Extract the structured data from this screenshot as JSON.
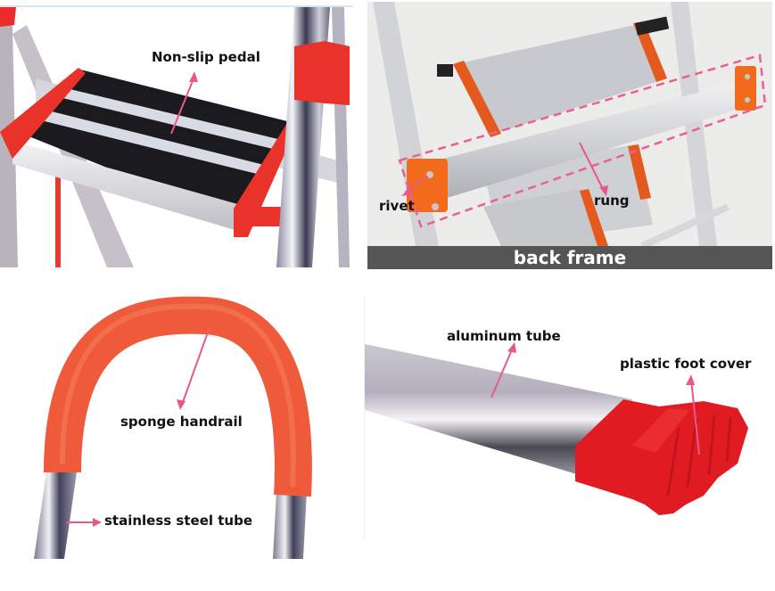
{
  "panels": [
    {
      "id": "non-slip-pedal",
      "labels": {
        "pedal": "Non-slip pedal"
      }
    },
    {
      "id": "back-frame",
      "labels": {
        "rivet": "rivet",
        "rung": "rung"
      },
      "caption": "back frame"
    },
    {
      "id": "handrail",
      "labels": {
        "handrail": "sponge handrail",
        "tube": "stainless steel tube"
      }
    },
    {
      "id": "foot",
      "labels": {
        "tube": "aluminum tube",
        "foot_cover": "plastic foot cover"
      }
    }
  ],
  "colors": {
    "accent_red": "#e8322a",
    "handrail_orange": "#ee5a3a",
    "connector_orange": "#f26a1b",
    "arrow_pink": "#e8588a",
    "caption_bar": "#555555",
    "aluminum": "#c9c8cf"
  }
}
